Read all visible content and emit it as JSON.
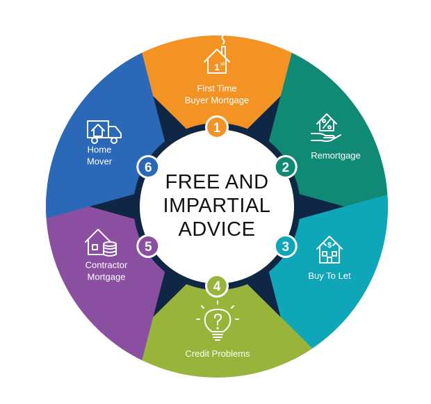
{
  "center": {
    "lines": [
      "FREE AND",
      "IMPARTIAL",
      "ADVICE"
    ]
  },
  "colors": {
    "ring": "#0f2745",
    "hub": "#ffffff"
  },
  "segments": [
    {
      "number": "1",
      "lines": [
        "First Time",
        "Buyer Mortgage"
      ],
      "color": "#f39323",
      "icon": "first-time-house-icon"
    },
    {
      "number": "2",
      "lines": [
        "Remortgage"
      ],
      "color": "#108a74",
      "icon": "house-in-hand-percent-icon"
    },
    {
      "number": "3",
      "lines": [
        "Buy To Let"
      ],
      "color": "#0fa6b8",
      "icon": "rental-house-dollar-icon"
    },
    {
      "number": "4",
      "lines": [
        "Credit Problems"
      ],
      "color": "#98b43a",
      "icon": "lightbulb-question-icon"
    },
    {
      "number": "5",
      "lines": [
        "Contractor",
        "Mortgage"
      ],
      "color": "#8a4fa0",
      "icon": "house-coins-icon"
    },
    {
      "number": "6",
      "lines": [
        "Home",
        "Mover"
      ],
      "color": "#2b68b8",
      "icon": "moving-truck-icon"
    }
  ]
}
